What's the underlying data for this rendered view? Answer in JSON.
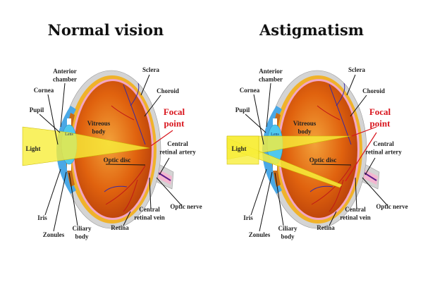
{
  "panels": [
    {
      "title": "Normal vision",
      "mode": "normal",
      "labels": {
        "anterior_chamber": [
          "Anterior",
          "chamber"
        ],
        "cornea": "Cornea",
        "pupil": "Pupil",
        "light": "Light",
        "lens": "Lens",
        "vitreous_body": [
          "Vitreous",
          "body"
        ],
        "sclera": "Sclera",
        "choroid": "Choroid",
        "focal_point": [
          "Focal",
          "point"
        ],
        "central_retinal_artery": [
          "Central",
          "retinal artery"
        ],
        "optic_disc": "Optic disc",
        "optic_nerve": "Optic nerve",
        "central_retinal_vein": [
          "Central",
          "retinal vein"
        ],
        "retina": "Retina",
        "iris": "Iris",
        "zonules": "Zonules",
        "ciliary_body": [
          "Ciliary",
          "body"
        ]
      }
    },
    {
      "title": "Astigmatism",
      "mode": "astigmatism",
      "labels": {
        "anterior_chamber": [
          "Anterior",
          "chamber"
        ],
        "cornea": "Cornea",
        "pupil": "Pupil",
        "light": "Light",
        "lens": "Lens",
        "vitreous_body": [
          "Vitreous",
          "body"
        ],
        "sclera": "Sclera",
        "choroid": "Choroid",
        "focal_point": [
          "Focal",
          "point"
        ],
        "central_retinal_artery": [
          "Central",
          "retinal artery"
        ],
        "optic_disc": "Optic disc",
        "optic_nerve": "Optic nerve",
        "central_retinal_vein": [
          "Central",
          "retinal vein"
        ],
        "retina": "Retina",
        "iris": "Iris",
        "zonules": "Zonules",
        "ciliary_body": [
          "Ciliary",
          "body"
        ]
      }
    }
  ],
  "colors": {
    "focal": "#d8141c",
    "sclera": "#d4d4d4",
    "choroid": "#f0b22a",
    "retina": "#f2a6c4",
    "vitreous": "#e0620e",
    "lens": "#4fc8ee",
    "light": "#f7ee3a"
  }
}
